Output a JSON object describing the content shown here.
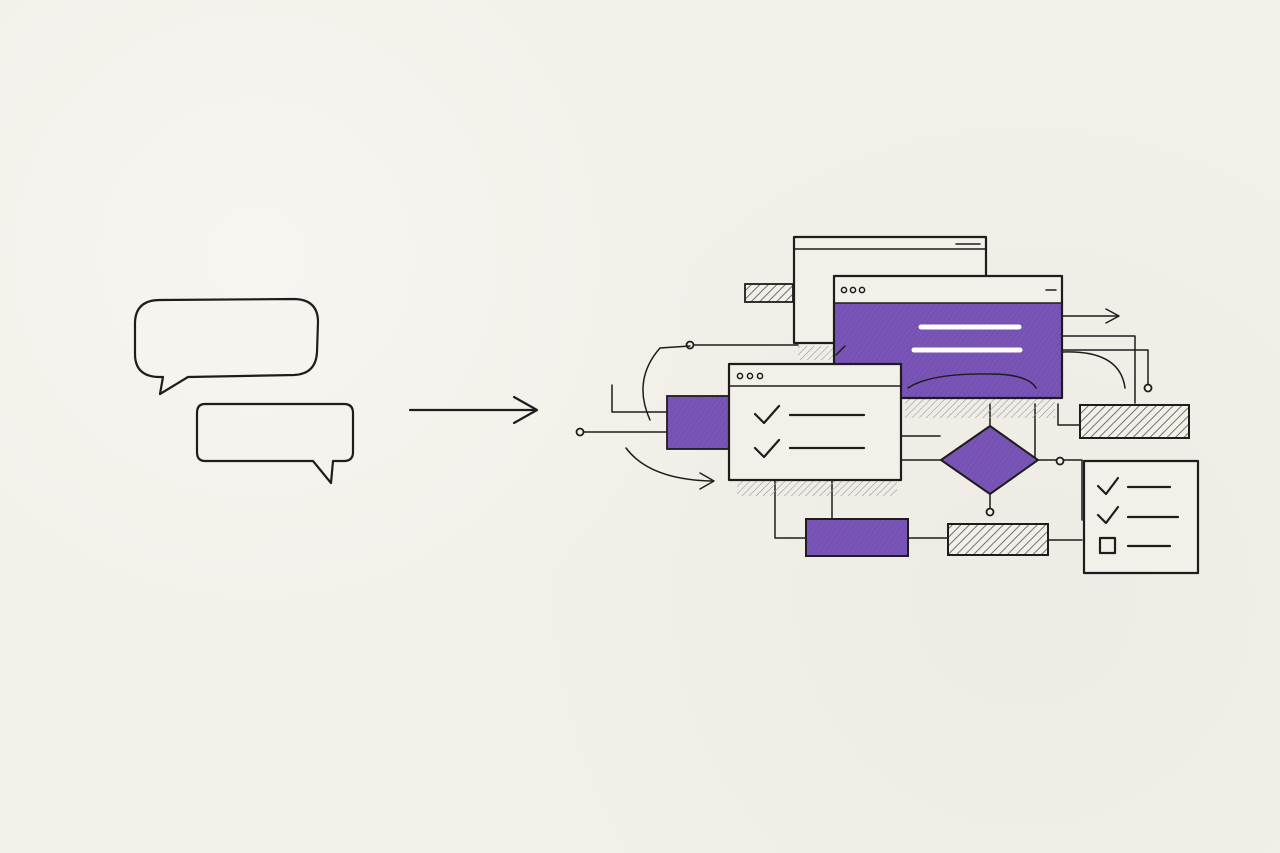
{
  "canvas": {
    "background_color": "#f3f0e9",
    "ink_color": "#1d1d1d",
    "accent_color": "#7a55b8",
    "hatch_color": "#8a8a8a"
  },
  "left_group": {
    "icons": [
      "speech-bubble-icon",
      "speech-bubble-icon"
    ]
  },
  "connector": {
    "icon": "arrow-right-icon"
  },
  "right_group": {
    "elements": [
      "browser-window",
      "browser-window-purple",
      "checklist-window",
      "decision-diamond",
      "process-box",
      "checklist-card"
    ],
    "checklist_card_items": [
      {
        "state": "checked"
      },
      {
        "state": "checked"
      },
      {
        "state": "unchecked"
      }
    ]
  }
}
